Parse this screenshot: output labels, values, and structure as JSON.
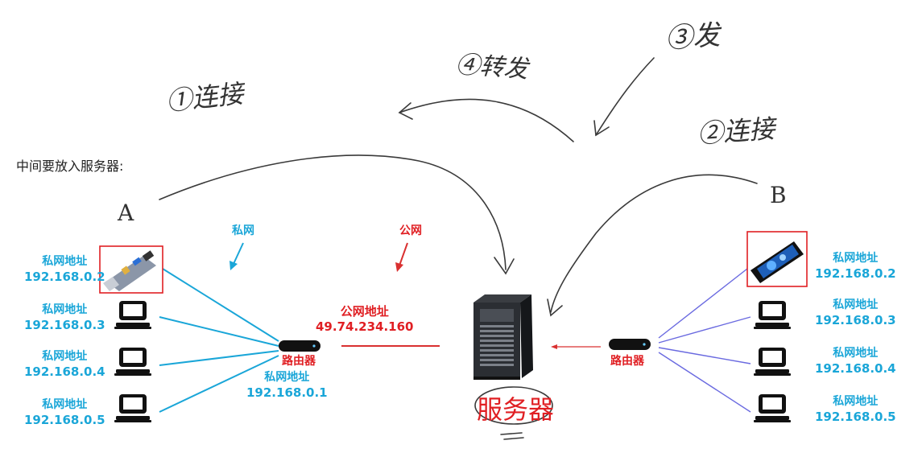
{
  "heading": "中间要放入服务器:",
  "annotations": {
    "step1": "①连接",
    "step2": "②连接",
    "step3": "③发",
    "step4": "④转发",
    "host_a": "A",
    "host_b": "B",
    "private_net": "私网",
    "public_net": "公网",
    "server": "服务器"
  },
  "left_network": {
    "devices": [
      {
        "label": "私网地址",
        "ip": "192.168.0.2",
        "type": "usb-device"
      },
      {
        "label": "私网地址",
        "ip": "192.168.0.3",
        "type": "laptop"
      },
      {
        "label": "私网地址",
        "ip": "192.168.0.4",
        "type": "laptop"
      },
      {
        "label": "私网地址",
        "ip": "192.168.0.5",
        "type": "laptop"
      }
    ],
    "router": {
      "label": "路由器",
      "private_label": "私网地址",
      "private_ip": "192.168.0.1"
    },
    "public": {
      "label": "公网地址",
      "ip": "49.74.234.160"
    }
  },
  "right_network": {
    "devices": [
      {
        "label": "私网地址",
        "ip": "192.168.0.2",
        "type": "phone"
      },
      {
        "label": "私网地址",
        "ip": "192.168.0.3",
        "type": "laptop"
      },
      {
        "label": "私网地址",
        "ip": "192.168.0.4",
        "type": "laptop"
      },
      {
        "label": "私网地址",
        "ip": "192.168.0.5",
        "type": "laptop"
      }
    ],
    "router": {
      "label": "路由器"
    }
  },
  "colors": {
    "private_link": "#1aa6d8",
    "right_link": "#6a6ae0",
    "public_link": "#d93030",
    "highlight_box": "#e01f23",
    "pen": "#333333"
  }
}
